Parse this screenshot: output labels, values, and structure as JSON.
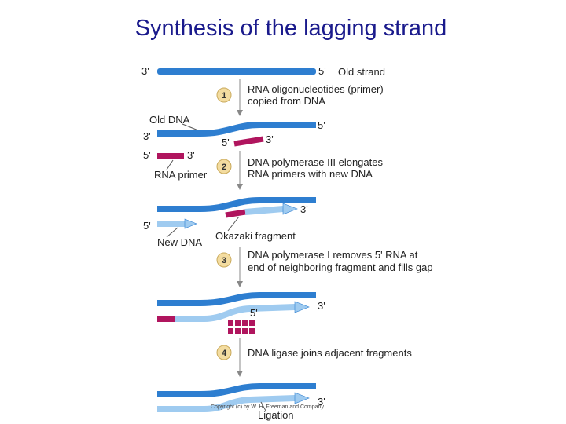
{
  "title": "Synthesis of the lagging strand",
  "colors": {
    "dark_strand": "#2e7ed0",
    "light_strand": "#9fcbf0",
    "primer": "#b0155e",
    "title": "#1a1a8c"
  },
  "labels": {
    "old_strand": "Old strand",
    "old_dna": "Old DNA",
    "rna_primer": "RNA primer",
    "okazaki_fragment": "Okazaki fragment",
    "new_dna": "New DNA",
    "ligation": "Ligation",
    "copyright": "Copyright (c) by W. H. Freeman and Company"
  },
  "ends": {
    "three_prime": "3'",
    "five_prime": "5'"
  },
  "steps": [
    {
      "number": "1",
      "line1": "RNA oligonucleotides (primer)",
      "line2": "copied from DNA"
    },
    {
      "number": "2",
      "line1": "DNA polymerase III elongates",
      "line2": "RNA primers with new DNA"
    },
    {
      "number": "3",
      "line1": "DNA polymerase I removes 5' RNA at",
      "line2": "end of neighboring fragment and fills gap"
    },
    {
      "number": "4",
      "line1": "DNA ligase joins adjacent fragments",
      "line2": ""
    }
  ]
}
